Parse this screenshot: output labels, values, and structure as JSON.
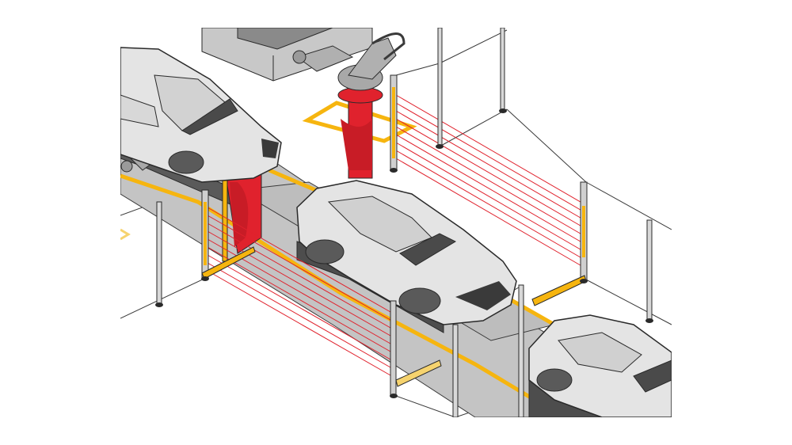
{
  "scene": {
    "colors": {
      "background": "#ffffff",
      "floor_line": "#3a3a3a",
      "conveyor_belt": "#b9b9b9",
      "conveyor_side": "#5a5a5a",
      "safety_marking": "#f6b50f",
      "car_body": "#e4e4e4",
      "car_outline": "#2a2a2a",
      "laser_beam": "#e0222d",
      "robot_body": "#a8a8a8",
      "robot_red": "#e0222d",
      "fence_post": "#9a9a9a"
    },
    "components": {
      "conveyor": "conveyor-belt",
      "cars": [
        "car-body-left",
        "car-body-center",
        "car-body-right"
      ],
      "robots": [
        "robot-arm-top",
        "robot-arm-left"
      ],
      "light_curtains": [
        "light-curtain-front",
        "light-curtain-right"
      ],
      "fence": "safety-fence"
    }
  }
}
